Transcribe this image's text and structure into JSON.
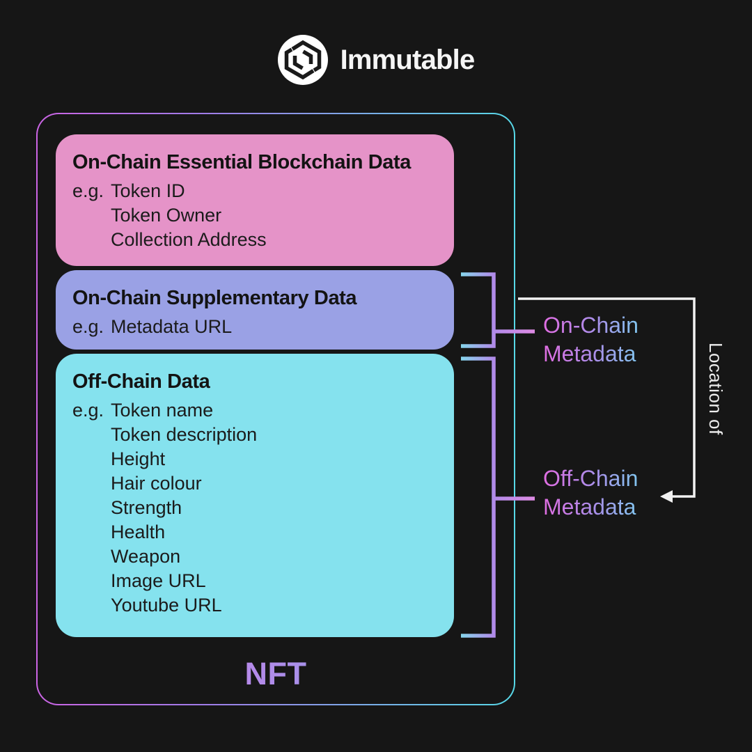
{
  "brand": {
    "name": "Immutable"
  },
  "diagram": {
    "nft_label": "NFT",
    "cards": [
      {
        "title": "On-Chain Essential Blockchain Data",
        "eg_label": "e.g.",
        "items": [
          "Token ID",
          "Token Owner",
          "Collection Address"
        ],
        "color": "#e593c8"
      },
      {
        "title": "On-Chain Supplementary Data",
        "eg_label": "e.g.",
        "items": [
          "Metadata URL"
        ],
        "color": "#9aa1e5"
      },
      {
        "title": "Off-Chain Data",
        "eg_label": "e.g.",
        "items": [
          "Token name",
          "Token description",
          "Height",
          "Hair colour",
          "Strength",
          "Health",
          "Weapon",
          "Image URL",
          "Youtube URL"
        ],
        "color": "#85e2ee"
      }
    ],
    "annotations": {
      "onchain": {
        "line1": "On-Chain",
        "line2": "Metadata"
      },
      "offchain": {
        "line1": "Off-Chain",
        "line2": "Metadata"
      },
      "location": "Location of"
    }
  },
  "colors": {
    "background": "#161616",
    "outer_border_gradient": [
      "#cb64e4",
      "#57d8e7"
    ],
    "card_pink": "#e593c8",
    "card_periwinkle": "#9aa1e5",
    "card_cyan": "#85e2ee",
    "accent_text_gradient": [
      "#e06de2",
      "#82c6f0"
    ],
    "bracket_gradient": [
      "#82dcec",
      "#b18ae9",
      "#e08ae2"
    ],
    "connector_white": "#f2f2f2",
    "card_text": "#141414",
    "brand_text": "#f5f5f5"
  },
  "icons": {
    "logo": "immutable-hexagon-icon",
    "arrow": "left-arrowhead-icon"
  }
}
